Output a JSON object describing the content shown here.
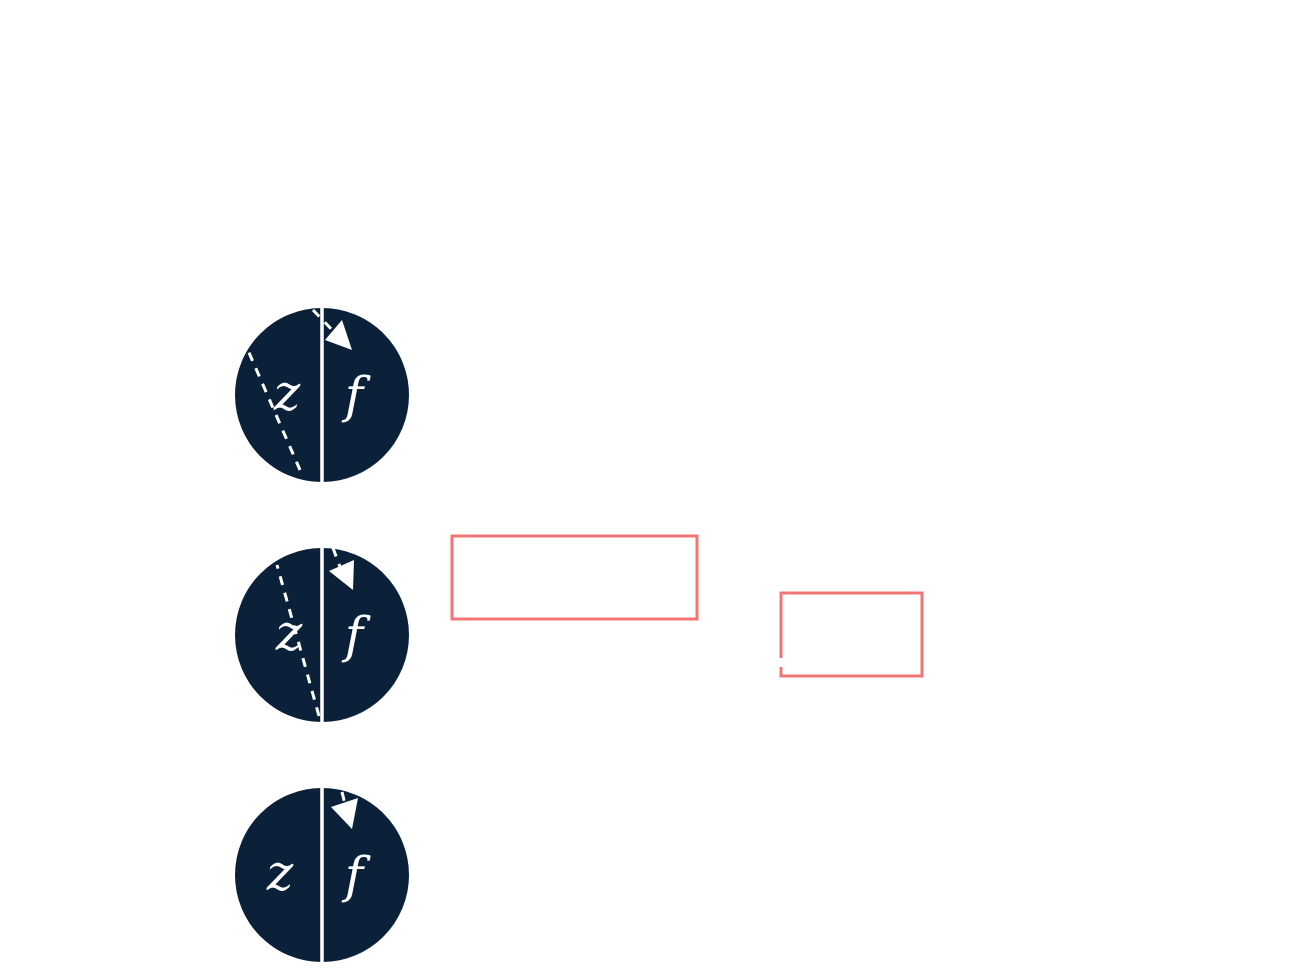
{
  "diagram": {
    "colors": {
      "node_fill": "#0a2139",
      "stroke": "#ffffff",
      "highlight": "#f07575",
      "background": "#ffffff"
    },
    "nodes": [
      {
        "id": "node-1",
        "left_label": "z",
        "right_label": "f"
      },
      {
        "id": "node-2",
        "left_label": "z",
        "right_label": "f"
      },
      {
        "id": "node-3",
        "left_label": "z",
        "right_label": "f"
      }
    ],
    "highlight_boxes": [
      {
        "id": "highlight-box-1",
        "label": ""
      },
      {
        "id": "highlight-box-2",
        "label": ""
      }
    ]
  }
}
